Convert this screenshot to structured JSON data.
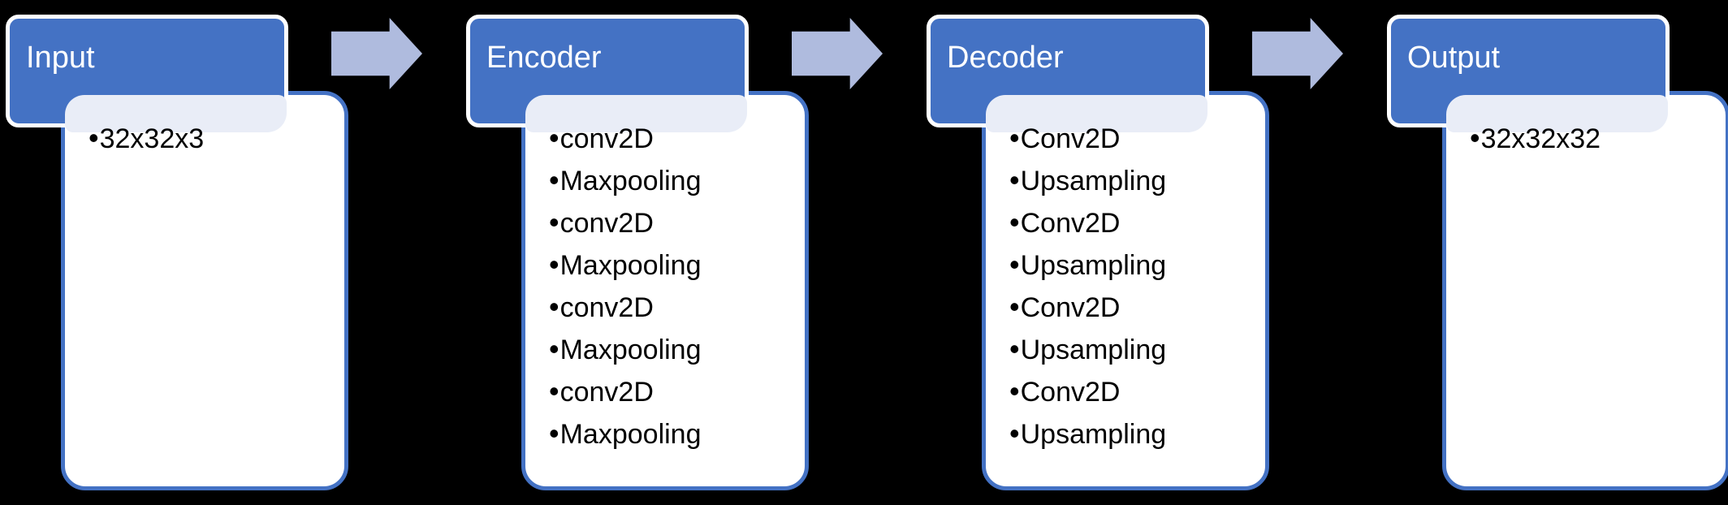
{
  "colors": {
    "header_fill": "#4472C4",
    "header_outline": "#FFFFFF",
    "body_border": "#4472C4",
    "body_fill": "#FFFFFF",
    "band_fill": "#E9EDF7",
    "arrow_fill": "#AFBBDE",
    "title_color": "#FFFFFF",
    "bullet_text_color": "#000000",
    "canvas_bg": "#000000"
  },
  "diagram": {
    "type": "process-flow",
    "bullet_glyph": "•",
    "groups": [
      {
        "title": "Input",
        "items": [
          "32x32x3"
        ]
      },
      {
        "title": "Encoder",
        "items": [
          "conv2D",
          "Maxpooling",
          "conv2D",
          "Maxpooling",
          "conv2D",
          "Maxpooling",
          "conv2D",
          "Maxpooling"
        ]
      },
      {
        "title": "Decoder",
        "items": [
          "Conv2D",
          "Upsampling",
          "Conv2D",
          "Upsampling",
          "Conv2D",
          "Upsampling",
          "Conv2D",
          "Upsampling"
        ]
      },
      {
        "title": "Output",
        "items": [
          "32x32x32"
        ]
      }
    ],
    "arrows": [
      {
        "direction": "right"
      },
      {
        "direction": "right"
      },
      {
        "direction": "right"
      }
    ]
  }
}
